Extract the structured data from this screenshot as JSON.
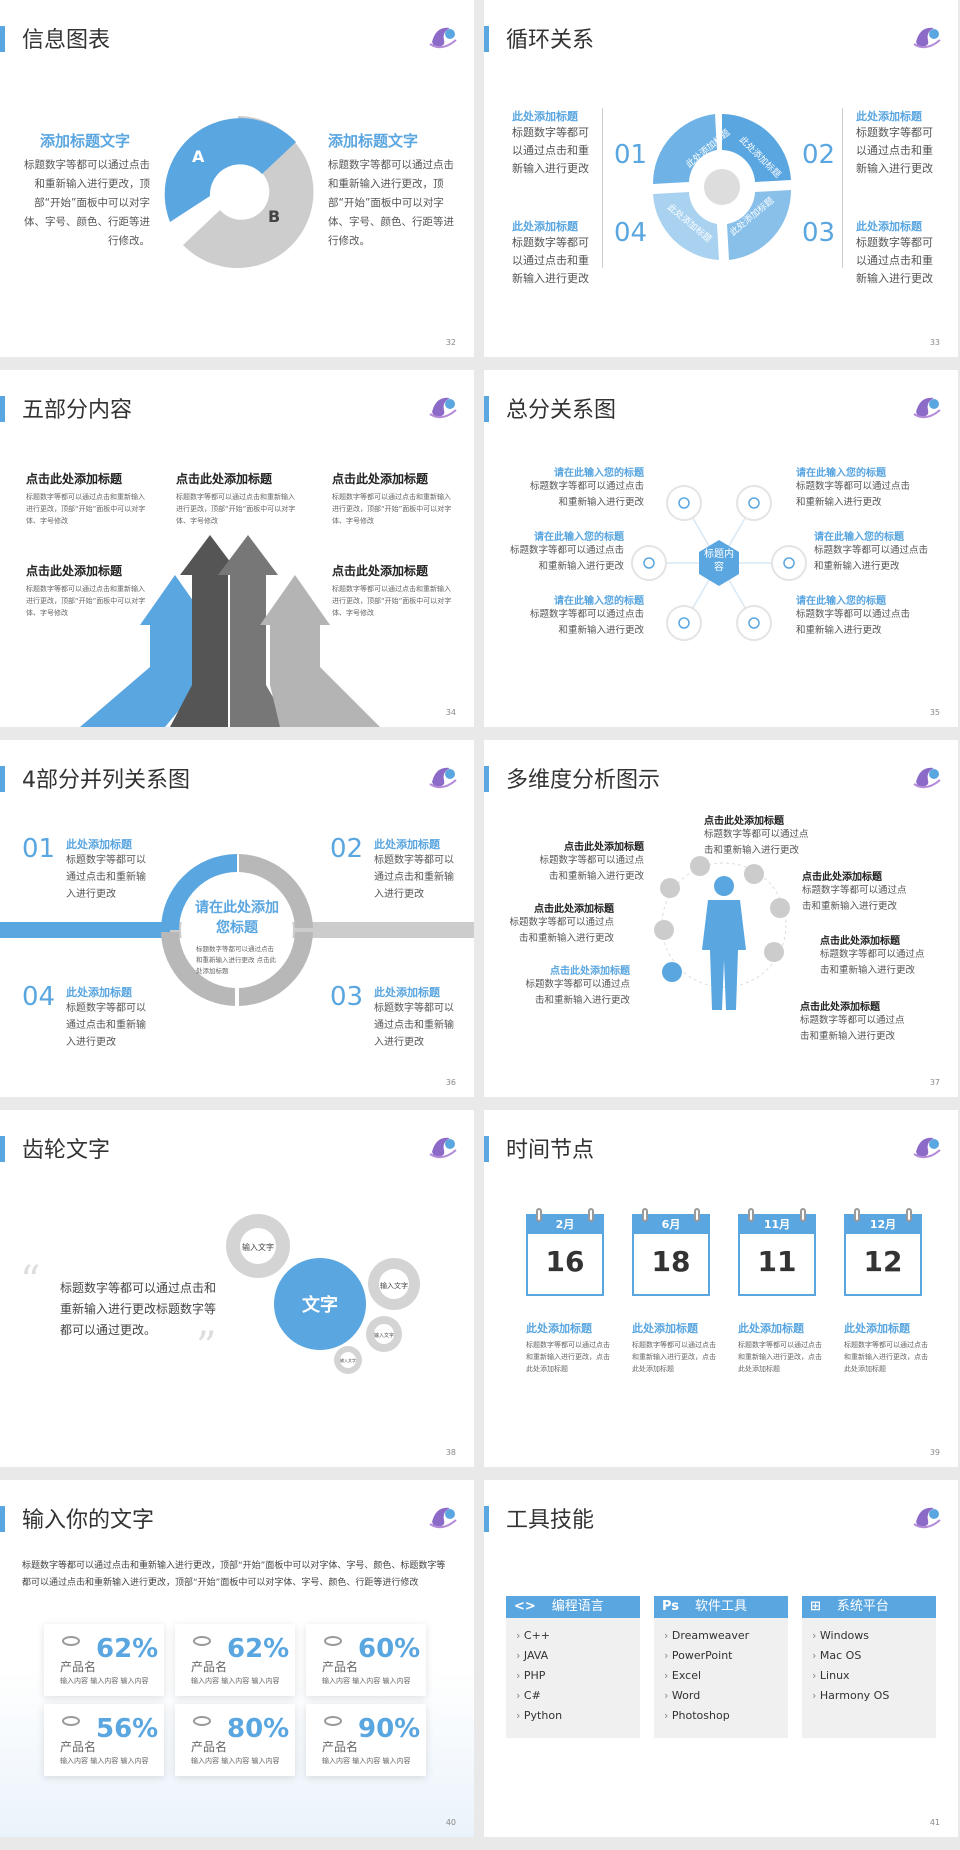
{
  "slides": [
    {
      "title": "信息图表",
      "page": "32",
      "left_title": "添加标题文字",
      "left_body": "标题数字等都可以通过点击和重新输入进行更改，顶部“开始”面板中可以对字体、字号、颜色、行距等进行修改。",
      "right_title": "添加标题文字",
      "right_body": "标题数字等都可以通过点击和重新输入进行更改，顶部“开始”面板中可以对字体、字号、颜色、行距等进行修改。",
      "label_a": "A",
      "label_b": "B"
    },
    {
      "title": "循环关系",
      "page": "33",
      "items": [
        {
          "num": "01",
          "title": "此处添加标题",
          "body": "标题数字等都可以通过点击和重新输入进行更改"
        },
        {
          "num": "02",
          "title": "此处添加标题",
          "body": "标题数字等都可以通过点击和重新输入进行更改"
        },
        {
          "num": "03",
          "title": "此处添加标题",
          "body": "标题数字等都可以通过点击和重新输入进行更改"
        },
        {
          "num": "04",
          "title": "此处添加标题",
          "body": "标题数字等都可以通过点击和重新输入进行更改"
        }
      ],
      "ring_labels": [
        "此处添加标题",
        "此处添加标题",
        "此处添加标题",
        "此处添加标题"
      ]
    },
    {
      "title": "五部分内容",
      "page": "34",
      "items": [
        {
          "title": "点击此处添加标题",
          "body": "标题数字等都可以通过点击和重新输入进行更改，顶部“开始”面板中可以对字体、字号修改"
        },
        {
          "title": "点击此处添加标题",
          "body": "标题数字等都可以通过点击和重新输入进行更改，顶部“开始”面板中可以对字体、字号修改"
        },
        {
          "title": "点击此处添加标题",
          "body": "标题数字等都可以通过点击和重新输入进行更改，顶部“开始”面板中可以对字体、字号修改"
        },
        {
          "title": "点击此处添加标题",
          "body": "标题数字等都可以通过点击和重新输入进行更改，顶部“开始”面板中可以对字体、字号修改"
        },
        {
          "title": "点击此处添加标题",
          "body": "标题数字等都可以通过点击和重新输入进行更改，顶部“开始”面板中可以对字体、字号修改"
        }
      ]
    },
    {
      "title": "总分关系图",
      "page": "35",
      "center": "标题内容",
      "items": [
        {
          "title": "请在此输入您的标题",
          "body": "标题数字等都可以通过点击和重新输入进行更改"
        },
        {
          "title": "请在此输入您的标题",
          "body": "标题数字等都可以通过点击和重新输入进行更改"
        },
        {
          "title": "请在此输入您的标题",
          "body": "标题数字等都可以通过点击和重新输入进行更改"
        },
        {
          "title": "请在此输入您的标题",
          "body": "标题数字等都可以通过点击和重新输入进行更改"
        },
        {
          "title": "请在此输入您的标题",
          "body": "标题数字等都可以通过点击和重新输入进行更改"
        },
        {
          "title": "请在此输入您的标题",
          "body": "标题数字等都可以通过点击和重新输入进行更改"
        }
      ]
    },
    {
      "title": "4部分并列关系图",
      "page": "36",
      "center_title": "请在此处添加您标题",
      "center_body": "标题数字等都可以通过点击和重新输入进行更改 点击此处添加标题",
      "items": [
        {
          "num": "01",
          "title": "此处添加标题",
          "body": "标题数字等都可以通过点击和重新输入进行更改"
        },
        {
          "num": "02",
          "title": "此处添加标题",
          "body": "标题数字等都可以通过点击和重新输入进行更改"
        },
        {
          "num": "03",
          "title": "此处添加标题",
          "body": "标题数字等都可以通过点击和重新输入进行更改"
        },
        {
          "num": "04",
          "title": "此处添加标题",
          "body": "标题数字等都可以通过点击和重新输入进行更改"
        }
      ]
    },
    {
      "title": "多维度分析图示",
      "page": "37",
      "items": [
        {
          "title": "点击此处添加标题",
          "body": "标题数字等都可以通过点击和重新输入进行更改"
        },
        {
          "title": "点击此处添加标题",
          "body": "标题数字等都可以通过点击和重新输入进行更改"
        },
        {
          "title": "点击此处添加标题",
          "body": "标题数字等都可以通过点击和重新输入进行更改"
        },
        {
          "title": "点击此处添加标题",
          "body": "标题数字等都可以通过点击和重新输入进行更改"
        },
        {
          "title": "点击此处添加标题",
          "body": "标题数字等都可以通过点击和重新输入进行更改"
        },
        {
          "title": "点击此处添加标题",
          "body": "标题数字等都可以通过点击和重新输入进行更改"
        },
        {
          "title": "点击此处添加标题",
          "body": "标题数字等都可以通过点击和重新输入进行更改"
        }
      ]
    },
    {
      "title": "齿轮文字",
      "page": "38",
      "body": "标题数字等都可以通过点击和重新输入进行更改标题数字等都可以通过更改。",
      "gear_main": "文字",
      "gear_small": "输入文字"
    },
    {
      "title": "时间节点",
      "page": "39",
      "items": [
        {
          "month": "2月",
          "day": "16",
          "title": "此处添加标题",
          "body": "标题数字等都可以通过点击和重新输入进行更改，点击此处添加标题"
        },
        {
          "month": "6月",
          "day": "18",
          "title": "此处添加标题",
          "body": "标题数字等都可以通过点击和重新输入进行更改，点击此处添加标题"
        },
        {
          "month": "11月",
          "day": "11",
          "title": "此处添加标题",
          "body": "标题数字等都可以通过点击和重新输入进行更改，点击此处添加标题"
        },
        {
          "month": "12月",
          "day": "12",
          "title": "此处添加标题",
          "body": "标题数字等都可以通过点击和重新输入进行更改，点击此处添加标题"
        }
      ]
    },
    {
      "title": "输入你的文字",
      "page": "40",
      "intro": "标题数字等都可以通过点击和重新输入进行更改，顶部“开始”面板中可以对字体、字号、颜色、标题数字等都可以通过点击和重新输入进行更改，顶部“开始”面板中可以对字体、字号、颜色、行距等进行修改",
      "cards": [
        {
          "pct": "62%",
          "name": "产品名",
          "sub": "输入内容  输入内容  输入内容"
        },
        {
          "pct": "62%",
          "name": "产品名",
          "sub": "输入内容  输入内容  输入内容"
        },
        {
          "pct": "60%",
          "name": "产品名",
          "sub": "输入内容  输入内容  输入内容"
        },
        {
          "pct": "56%",
          "name": "产品名",
          "sub": "输入内容  输入内容  输入内容"
        },
        {
          "pct": "80%",
          "name": "产品名",
          "sub": "输入内容  输入内容  输入内容"
        },
        {
          "pct": "90%",
          "name": "产品名",
          "sub": "输入内容  输入内容  输入内容"
        }
      ]
    },
    {
      "title": "工具技能",
      "page": "41",
      "groups": [
        {
          "icon": "<>",
          "title": "编程语言",
          "items": [
            "C++",
            "JAVA",
            "PHP",
            "C#",
            "Python"
          ]
        },
        {
          "icon": "Ps",
          "title": "软件工具",
          "items": [
            "Dreamweaver",
            "PowerPoint",
            "Excel",
            "Word",
            "Photoshop"
          ]
        },
        {
          "icon": "⊞",
          "title": "系统平台",
          "items": [
            "Windows",
            "Mac OS",
            "Linux",
            "Harmony OS"
          ]
        }
      ]
    }
  ],
  "colors": {
    "accent": "#5aa6e0",
    "gray": "#cfcfcf",
    "dark": "#555555"
  }
}
